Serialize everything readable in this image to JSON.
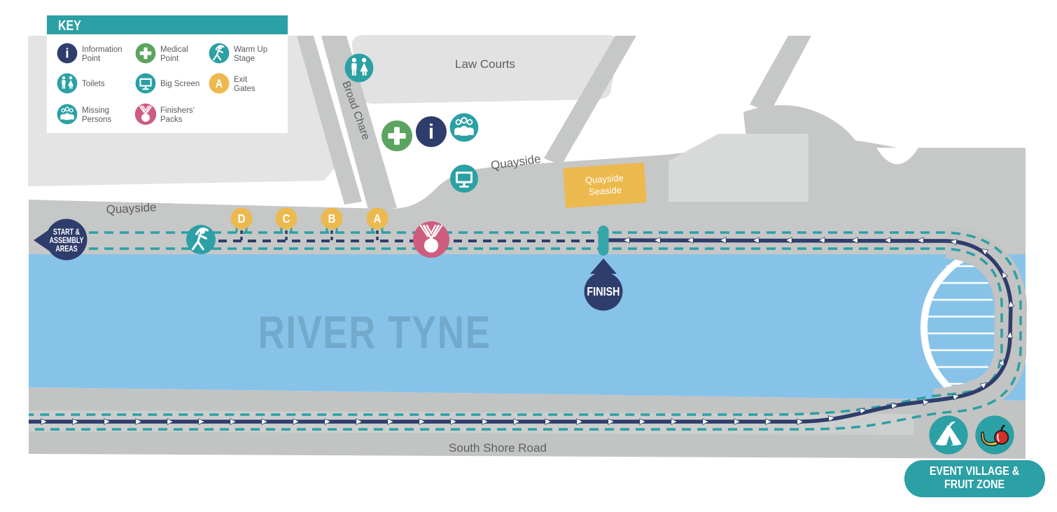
{
  "palette": {
    "teal": "#2ba0a5",
    "navy": "#2e3d6b",
    "green": "#5ba45f",
    "gold": "#ecb94e",
    "pink": "#ce5c7f",
    "river_blue": "#87c3e9",
    "river_label_blue": "#73a9cb",
    "road_gray": "#c6c7c7",
    "block_gray": "#e4e4e4",
    "label_gray": "#5e5f61"
  },
  "key": {
    "title": "KEY",
    "items": [
      {
        "icon": "information-point-icon",
        "line1": "Information",
        "line2": "Point",
        "color": "#2e3d6b"
      },
      {
        "icon": "medical-point-icon",
        "line1": "Medical",
        "line2": "Point",
        "color": "#5ba45f"
      },
      {
        "icon": "warm-up-stage-icon",
        "line1": "Warm Up",
        "line2": "Stage",
        "color": "#2ba0a5"
      },
      {
        "icon": "toilets-icon",
        "line1": "Toilets",
        "line2": "",
        "color": "#2ba0a5"
      },
      {
        "icon": "big-screen-icon",
        "line1": "Big Screen",
        "line2": "",
        "color": "#2ba0a5"
      },
      {
        "icon": "exit-gates-icon",
        "line1": "Exit",
        "line2": "Gates",
        "letter": "A",
        "color": "#ecb94e"
      },
      {
        "icon": "missing-persons-icon",
        "line1": "Missing",
        "line2": "Persons",
        "color": "#2ba0a5"
      },
      {
        "icon": "finishers-packs-icon",
        "line1": "Finishers’",
        "line2": "Packs",
        "color": "#ce5c7f"
      }
    ]
  },
  "map": {
    "labels": {
      "law_courts": "Law Courts",
      "broad_chare": "Broad Chare",
      "quayside_upper": "Quayside",
      "quayside_lower": "Quayside",
      "river": "RIVER TYNE",
      "south_shore_road": "South Shore Road"
    },
    "quayside_seaside": {
      "line1": "Quayside",
      "line2": "Seaside"
    },
    "start": {
      "line1": "START &",
      "line2": "ASSEMBLY",
      "line3": "AREAS"
    },
    "finish": "FINISH",
    "gates": [
      "D",
      "C",
      "B",
      "A"
    ],
    "event_village": {
      "line1": "EVENT VILLAGE &",
      "line2": "FRUIT ZONE"
    }
  }
}
